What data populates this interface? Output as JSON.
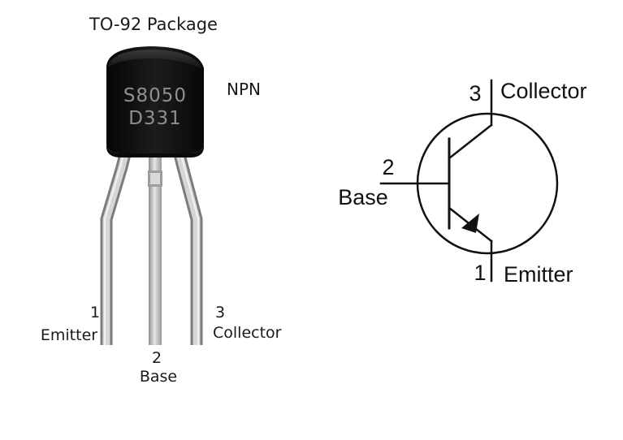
{
  "photo": {
    "package_title": "TO-92 Package",
    "type_label": "NPN",
    "marking": [
      "S8050",
      "D331"
    ],
    "pins": [
      {
        "number": "1",
        "name": "Emitter"
      },
      {
        "number": "2",
        "name": "Base"
      },
      {
        "number": "3",
        "name": "Collector"
      }
    ]
  },
  "schematic": {
    "collector": {
      "number": "3",
      "name": "Collector"
    },
    "base": {
      "number": "2",
      "name": "Base"
    },
    "emitter": {
      "number": "1",
      "name": "Emitter"
    }
  },
  "colors": {
    "body": "#141414",
    "lead": "#c4c4c4",
    "marking": "#8f8f8f",
    "symbol": "#111111"
  }
}
